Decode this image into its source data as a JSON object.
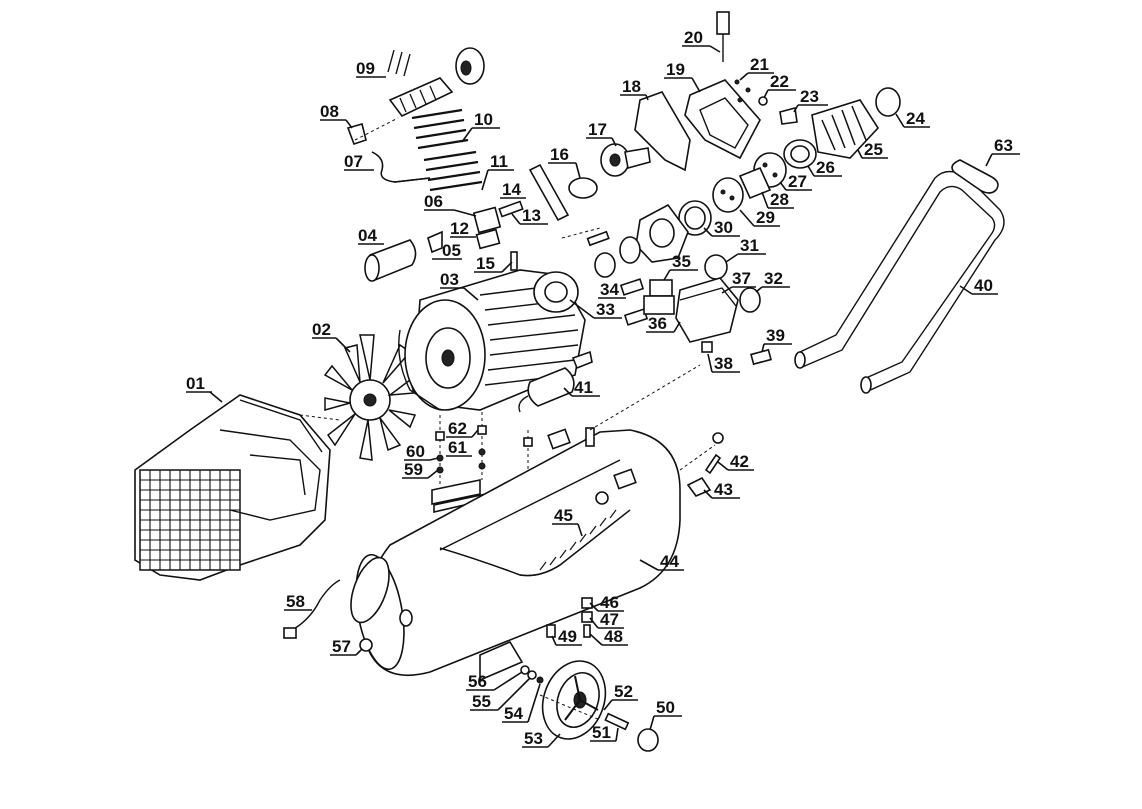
{
  "labels": {
    "p01": "01",
    "p02": "02",
    "p03": "03",
    "p04": "04",
    "p05": "05",
    "p06": "06",
    "p07": "07",
    "p08": "08",
    "p09": "09",
    "p10": "10",
    "p11": "11",
    "p12": "12",
    "p13": "13",
    "p14": "14",
    "p15": "15",
    "p16": "16",
    "p17": "17",
    "p18": "18",
    "p19": "19",
    "p20": "20",
    "p21": "21",
    "p22": "22",
    "p23": "23",
    "p24": "24",
    "p25": "25",
    "p26": "26",
    "p27": "27",
    "p28": "28",
    "p29": "29",
    "p30": "30",
    "p31": "31",
    "p32": "32",
    "p33": "33",
    "p34": "34",
    "p35": "35",
    "p36": "36",
    "p37": "37",
    "p38": "38",
    "p39": "39",
    "p40": "40",
    "p41": "41",
    "p42": "42",
    "p43": "43",
    "p44": "44",
    "p45": "45",
    "p46": "46",
    "p47": "47",
    "p48": "48",
    "p49": "49",
    "p50": "50",
    "p51": "51",
    "p52": "52",
    "p53": "53",
    "p54": "54",
    "p55": "55",
    "p56": "56",
    "p57": "57",
    "p58": "58",
    "p59": "59",
    "p60": "60",
    "p61": "61",
    "p62": "62",
    "p63": "63"
  }
}
